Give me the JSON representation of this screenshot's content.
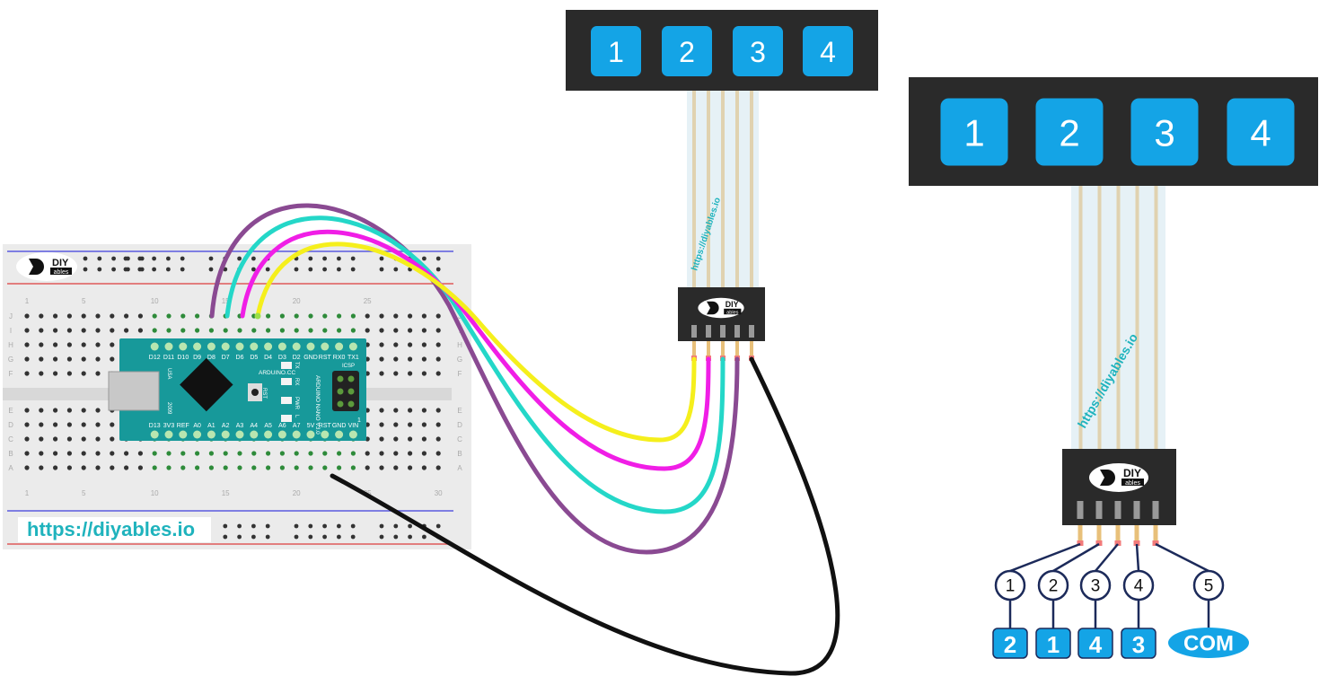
{
  "colors": {
    "keypad_body": "#2a2a2a",
    "key": "#14a4e6",
    "arduino": "#17999a",
    "breadboard": "#ebebeb",
    "wire_yellow": "#f5ef1c",
    "wire_magenta": "#f01ee6",
    "wire_cyan": "#24d7c8",
    "wire_purple": "#8a4a92",
    "wire_black": "#111111",
    "url_text": "#1fb3bd"
  },
  "small_keypad": {
    "keys": [
      "1",
      "2",
      "3",
      "4"
    ],
    "ribbon_url": "https://diyables.io"
  },
  "large_keypad": {
    "keys": [
      "1",
      "2",
      "3",
      "4"
    ],
    "ribbon_url": "https://diyables.io"
  },
  "logo": {
    "line1": "DIY",
    "line2": "ables"
  },
  "breadboard": {
    "url": "https://diyables.io",
    "column_numbers": [
      "1",
      "5",
      "10",
      "15",
      "20",
      "25",
      "30"
    ],
    "row_letters_top": [
      "J",
      "I",
      "H",
      "G",
      "F"
    ],
    "row_letters_bottom": [
      "E",
      "D",
      "C",
      "B",
      "A"
    ]
  },
  "arduino": {
    "top_pins": [
      "D12",
      "D11",
      "D10",
      "D9",
      "D8",
      "D7",
      "D6",
      "D5",
      "D4",
      "D3",
      "D2",
      "GND",
      "RST",
      "RX0",
      "TX1"
    ],
    "bottom_pins": [
      "D13",
      "3V3",
      "REF",
      "A0",
      "A1",
      "A2",
      "A3",
      "A4",
      "A5",
      "A6",
      "A7",
      "5V",
      "RST",
      "GND",
      "VIN"
    ],
    "labels": {
      "brand": "ARDUINO.CC",
      "model": "ARDUINO NANO V3.0",
      "usa": "USA",
      "year": "2009",
      "icsp": "ICSP",
      "rst": "RST",
      "led_tx": "TX",
      "led_rx": "RX",
      "led_pwr": "PWR",
      "led_l": "L",
      "icsp_pin": "1"
    }
  },
  "pinout": {
    "pins": [
      "1",
      "2",
      "3",
      "4",
      "5"
    ],
    "mapping": [
      "2",
      "1",
      "4",
      "3",
      "COM"
    ]
  }
}
